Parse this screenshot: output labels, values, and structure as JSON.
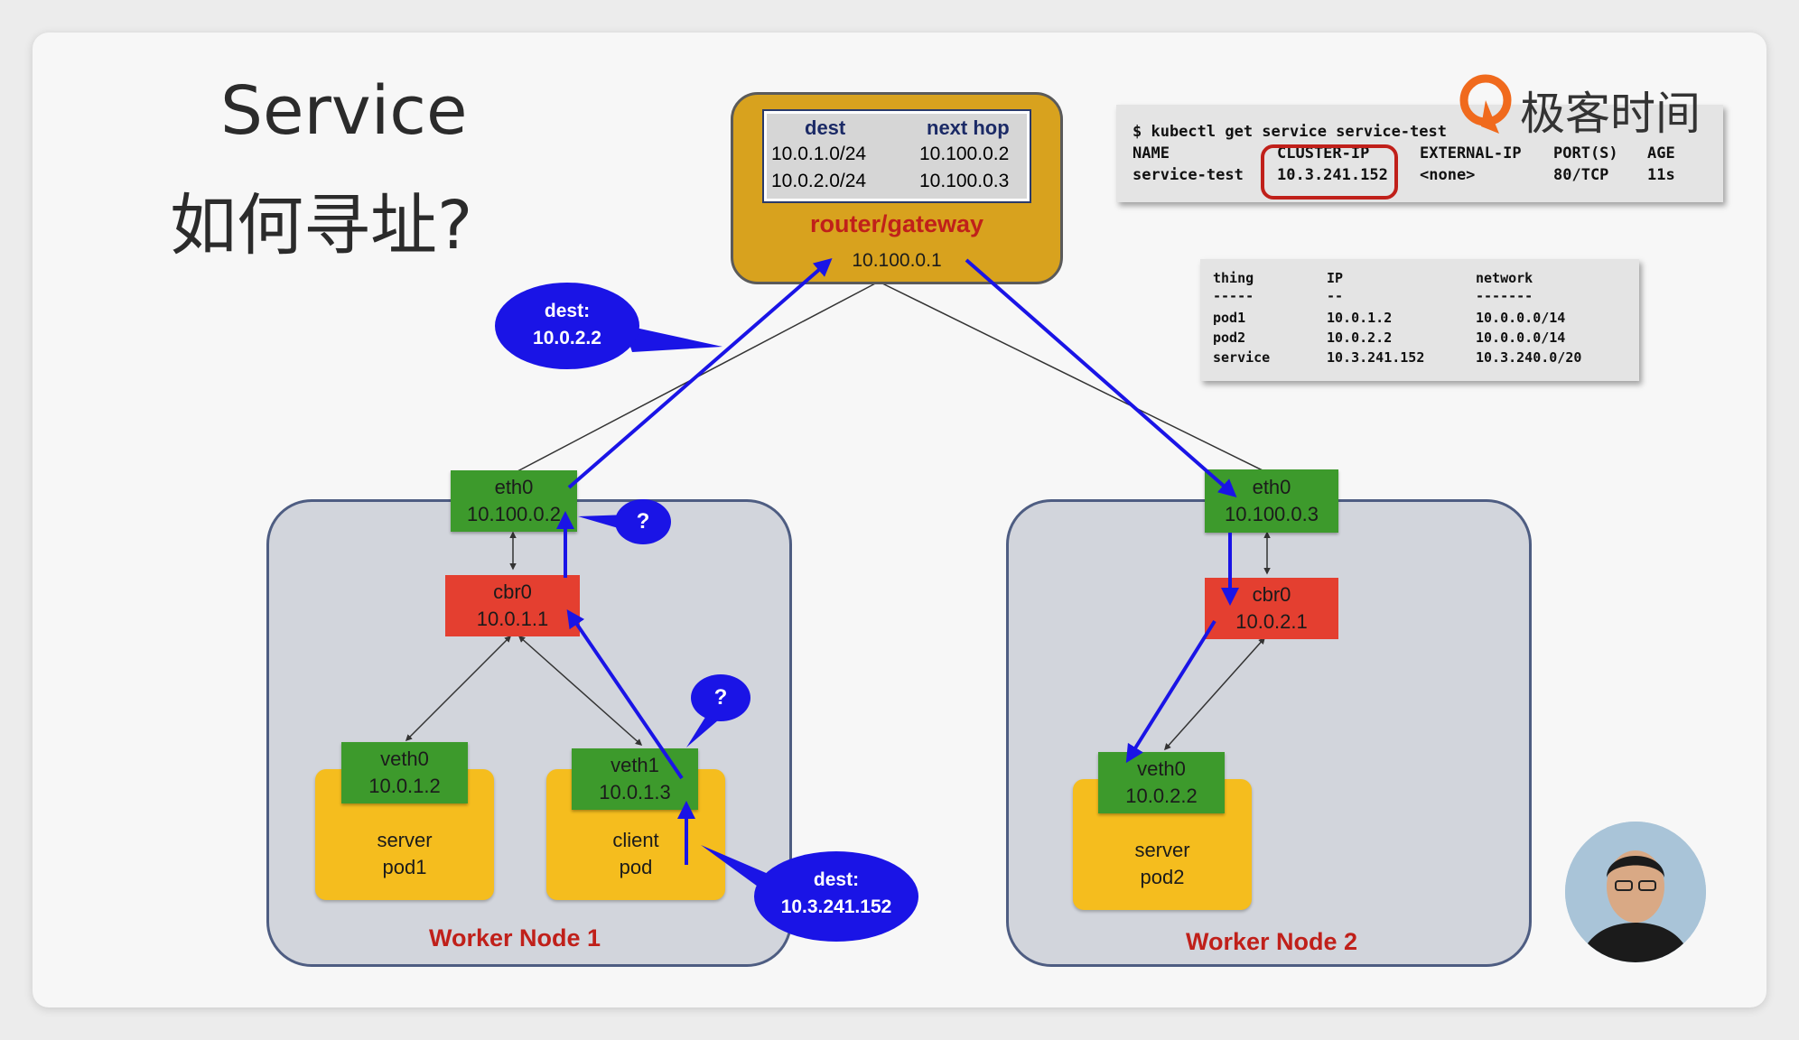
{
  "title": {
    "line1": "Service",
    "line2": "如何寻址?"
  },
  "logo": {
    "text": "极客时间",
    "icon": "geektime-logo-icon",
    "color": "#f06a1d"
  },
  "router": {
    "table_headers": [
      "dest",
      "next hop"
    ],
    "rows": [
      [
        "10.0.1.0/24",
        "10.100.0.2"
      ],
      [
        "10.0.2.0/24",
        "10.100.0.3"
      ]
    ],
    "name": "router/gateway",
    "ip": "10.100.0.1"
  },
  "kubectl": {
    "command": "$ kubectl get service service-test",
    "headers": [
      "NAME",
      "CLUSTER-IP",
      "EXTERNAL-IP",
      "PORT(S)",
      "AGE"
    ],
    "row": [
      "service-test",
      "10.3.241.152",
      "<none>",
      "80/TCP",
      "11s"
    ]
  },
  "ip_table": {
    "headers": [
      "thing",
      "IP",
      "network"
    ],
    "separators": [
      "-----",
      "--",
      "-------"
    ],
    "rows": [
      [
        "pod1",
        "10.0.1.2",
        "10.0.0.0/14"
      ],
      [
        "pod2",
        "10.0.2.2",
        "10.0.0.0/14"
      ],
      [
        "service",
        "10.3.241.152",
        "10.3.240.0/20"
      ]
    ]
  },
  "node1": {
    "label": "Worker Node 1",
    "eth0": {
      "name": "eth0",
      "ip": "10.100.0.2"
    },
    "cbr0": {
      "name": "cbr0",
      "ip": "10.0.1.1"
    },
    "veth0": {
      "name": "veth0",
      "ip": "10.0.1.2"
    },
    "veth1": {
      "name": "veth1",
      "ip": "10.0.1.3"
    },
    "pod_server": {
      "line1": "server",
      "line2": "pod1"
    },
    "pod_client": {
      "line1": "client",
      "line2": "pod"
    }
  },
  "node2": {
    "label": "Worker Node 2",
    "eth0": {
      "name": "eth0",
      "ip": "10.100.0.3"
    },
    "cbr0": {
      "name": "cbr0",
      "ip": "10.0.2.1"
    },
    "veth0": {
      "name": "veth0",
      "ip": "10.0.2.2"
    },
    "pod_server": {
      "line1": "server",
      "line2": "pod2"
    }
  },
  "bubbles": {
    "dest_top": {
      "line1": "dest:",
      "line2": "10.0.2.2"
    },
    "dest_bottom": {
      "line1": "dest:",
      "line2": "10.3.241.152"
    },
    "question": "?"
  },
  "colors": {
    "arrow_blue": "#1a14e6",
    "node_label_red": "#c0201a",
    "highlight_red": "#c0201a",
    "green_box": "#3d9a2c",
    "red_box": "#e43f30",
    "pod_yellow": "#f5bd1e",
    "router_gold": "#d8a21e"
  }
}
